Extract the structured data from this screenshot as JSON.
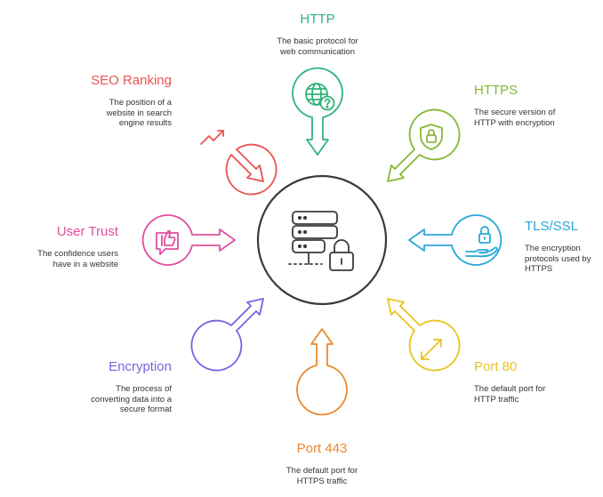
{
  "nodes": {
    "http": {
      "title": "HTTP",
      "description": "The basic protocol for web communication",
      "color": "#2fb37a",
      "icon": "globe-question-icon"
    },
    "https": {
      "title": "HTTPS",
      "description": "The secure version of HTTP with encryption",
      "color": "#86b837",
      "icon": "shield-lock-icon"
    },
    "tls_ssl": {
      "title": "TLS/SSL",
      "description": "The encryption protocols used by HTTPS",
      "color": "#28a7d8",
      "icon": "lock-hand-icon"
    },
    "port80": {
      "title": "Port 80",
      "description": "The default port for HTTP traffic",
      "color": "#e8c41f",
      "icon": "expand-arrows-icon"
    },
    "port443": {
      "title": "Port 443",
      "description": "The default port for HTTPS traffic",
      "color": "#ea8a2f",
      "icon": ""
    },
    "encryption": {
      "title": "Encryption",
      "description": "The process of converting data into a secure format",
      "color": "#7b62e0",
      "icon": ""
    },
    "user_trust": {
      "title": "User Trust",
      "description": "The confidence users have in a website",
      "color": "#e04fa0",
      "icon": "thumbs-up-icon"
    },
    "seo": {
      "title": "SEO Ranking",
      "description": "The position of a website in search engine results",
      "color": "#e85450",
      "icon": "trend-up-icon"
    }
  },
  "hub": {
    "icon": "server-lock-icon",
    "color": "#3a3a3a"
  }
}
